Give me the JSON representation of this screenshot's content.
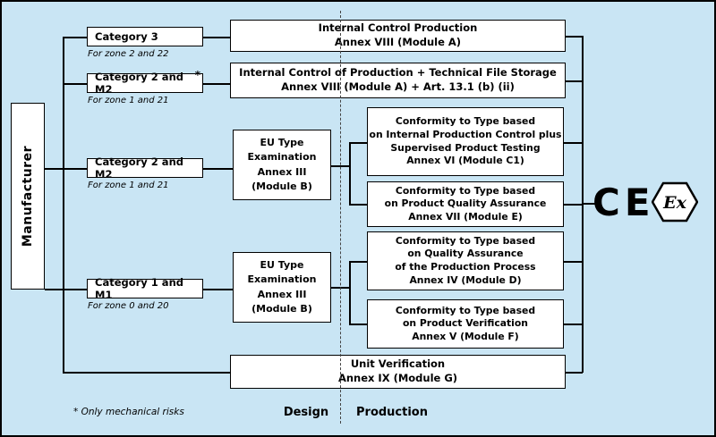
{
  "manufacturer": {
    "label": "Manufacturer"
  },
  "categories": [
    {
      "label": "Category 3",
      "zone": "For zone 2 and 22",
      "asterisk": ""
    },
    {
      "label": "Category 2 and M2",
      "zone": "For zone 1 and 21",
      "asterisk": "*"
    },
    {
      "label": "Category 2 and M2",
      "zone": "For zone 1 and 21",
      "asterisk": ""
    },
    {
      "label": "Category 1 and M1",
      "zone": "For zone 0 and 20",
      "asterisk": ""
    }
  ],
  "design_boxes": [
    {
      "text": "EU Type\nExamination\nAnnex  III\n(Module B)"
    },
    {
      "text": "EU Type\nExamination\nAnnex  III\n(Module B)"
    }
  ],
  "production_boxes": [
    {
      "text": "Internal Control Production\nAnnex VIII (Module A)"
    },
    {
      "text": "Internal Control of Production + Technical File Storage\nAnnex VIII (Module A) + Art. 13.1 (b) (ii)"
    },
    {
      "text": "Conformity to Type based\non Internal Production Control plus\nSupervised Product Testing\nAnnex  VI (Module C1)"
    },
    {
      "text": "Conformity to Type based\non Product Quality Assurance\nAnnex  VII (Module E)"
    },
    {
      "text": "Conformity to Type based\non Quality Assurance\nof the Production Process\nAnnex  IV (Module D)"
    },
    {
      "text": "Conformity to Type based\non Product Verification\nAnnex  V (Module F)"
    },
    {
      "text": "Unit Verification\nAnnex IX (Module G)"
    }
  ],
  "marks": {
    "ce": "CE",
    "ex": "Ex"
  },
  "footer": {
    "note": "* Only mechanical  risks",
    "design_label": "Design",
    "production_label": "Production"
  },
  "colors": {
    "background": "#c9e5f4",
    "box_bg": "#ffffff",
    "line": "#000000"
  }
}
